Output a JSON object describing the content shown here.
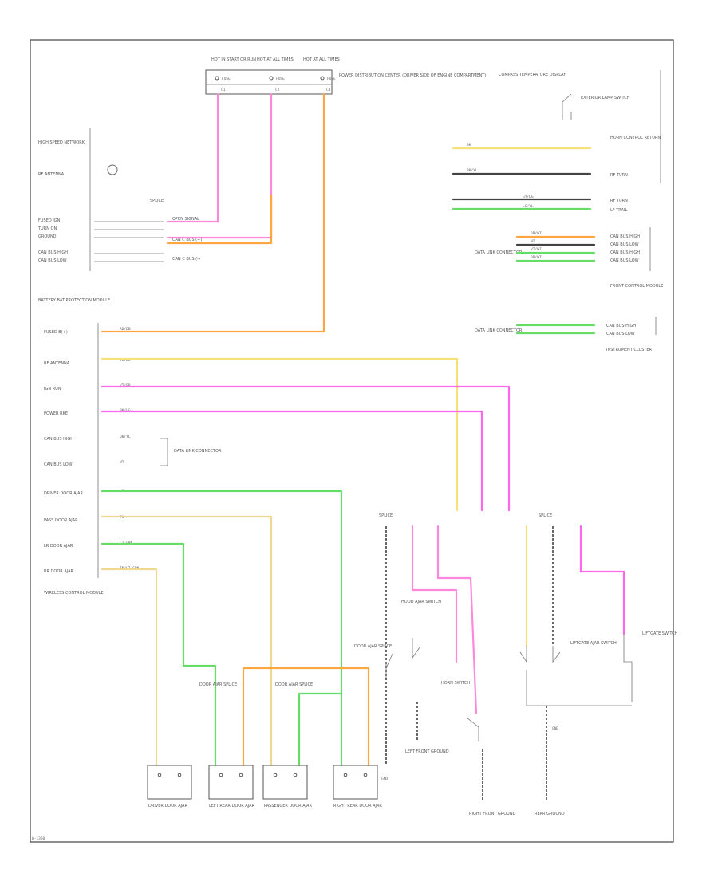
{
  "diagram": {
    "footer_code": "W-1350",
    "wire_colors": {
      "pink": "#ff88dd",
      "orange": "#ffa640",
      "yellow": "#f5e07a",
      "magenta": "#ff66ee",
      "green": "#66dd66",
      "tan": "#f0d890",
      "black": "#444444"
    },
    "fuses": [
      {
        "title": "HOT IN START OR RUN",
        "label": "FUSE",
        "pin": "C1"
      },
      {
        "title": "HOT AT ALL TIMES",
        "label": "FUSE",
        "pin": "C2"
      },
      {
        "title": "HOT AT ALL TIMES",
        "label": "FUSE",
        "pin": "C3"
      }
    ],
    "pdc_label": "POWER DISTRIBUTION CENTER (DRIVER SIDE OF ENGINE COMPARTMENT)",
    "module_top": {
      "name": "BATTERY BAT PROTECTION MODULE",
      "pins": [
        "HIGH SPEED NETWORK",
        "RF ANTENNA",
        "FUSED IGN",
        "TURN ON",
        "GROUND",
        "CAN BUS HIGH",
        "CAN BUS LOW"
      ]
    },
    "splice_top": {
      "label": "SPLICE"
    },
    "top_conn_labels": [
      "OPEN SIGNAL",
      "CAN C BUS (+)",
      "CAN C BUS (-)"
    ],
    "module_left": {
      "name": "WIRELESS CONTROL MODULE",
      "pins": [
        "FUSED B(+)",
        "RF ANTENNA",
        "IGN RUN",
        "POWER RKE",
        "CAN BUS HIGH",
        "CAN BUS LOW",
        "DRIVER DOOR AJAR",
        "PASS DOOR AJAR",
        "LR DOOR AJAR",
        "RR DOOR AJAR"
      ]
    },
    "left_connector_labels": [
      "DATA LINK CONNECTOR"
    ],
    "left_wire_labels": [
      "RD/DB",
      "YL/DB",
      "VT/BR",
      "PK/LG",
      "DB/YL",
      "WT",
      "LG",
      "TN",
      "LT GRN",
      "TN/LT GRN"
    ],
    "right_top": {
      "name": "COMPASS TEMPERATURE DISPLAY",
      "pins": [
        "HORN CONTROL RETURN",
        "RF TURN",
        "RF TURN",
        "LF TRAIL"
      ],
      "wire_labels": [
        "BK",
        "BK/YL",
        "GY/DG",
        "LG/YL"
      ],
      "sub_label": "EXTERIOR LAMP SWITCH"
    },
    "right_mid": {
      "name": "FRONT CONTROL MODULE",
      "pins": [
        "CAN BUS HIGH",
        "CAN BUS LOW",
        "CAN BUS HIGH",
        "CAN BUS LOW"
      ],
      "wire_labels": [
        "DB/WT",
        "WT",
        "VT/WT",
        "DB/WT"
      ],
      "sub_label": "DATA LINK CONNECTOR"
    },
    "right_low": {
      "name": "INSTRUMENT CLUSTER",
      "pins": [
        "CAN BUS HIGH",
        "CAN BUS LOW"
      ],
      "sub_label": "DATA LINK CONNECTOR"
    },
    "bottom": {
      "door_switches": [
        {
          "label": "DRIVER DOOR AJAR"
        },
        {
          "label": "LEFT REAR DOOR AJAR"
        },
        {
          "label": "PASSENGER DOOR AJAR"
        },
        {
          "label": "RIGHT REAR DOOR AJAR"
        }
      ],
      "splices": [
        {
          "label": "DOOR AJAR SPLICE"
        },
        {
          "label": "DOOR AJAR SPLICE"
        }
      ],
      "switch_labels": [
        "HOOD AJAR SWITCH",
        "HORN SWITCH",
        "LIFTGATE AJAR SWITCH",
        "LIFTGATE SWITCH"
      ],
      "ground_labels": [
        "LEFT FRONT GROUND",
        "RIGHT FRONT GROUND",
        "REAR GROUND"
      ],
      "ground_text": "GND",
      "splice_labels": [
        "SPLICE",
        "SPLICE"
      ],
      "misc_labels": [
        "DOOR AJAR SPLICE"
      ]
    }
  }
}
